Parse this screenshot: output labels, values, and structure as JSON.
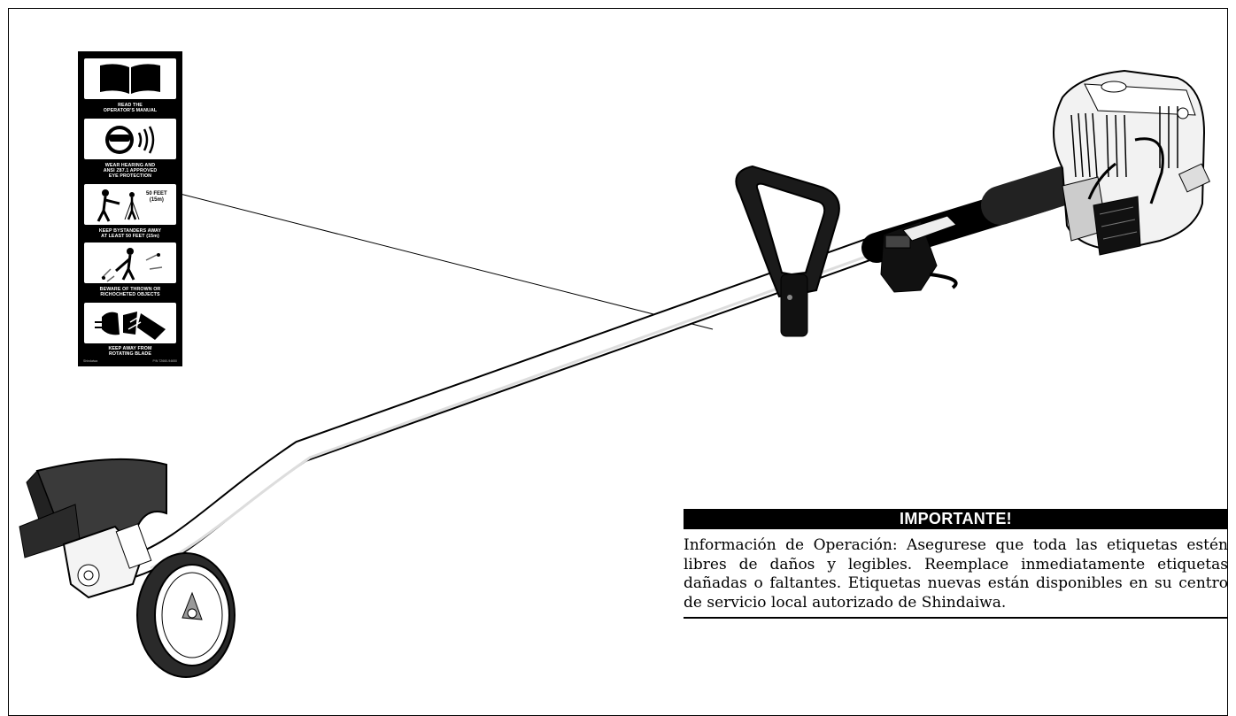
{
  "safety_decal": {
    "items": [
      {
        "icon": "book-icon",
        "caption": "READ THE\nOPERATOR'S MANUAL"
      },
      {
        "icon": "hearing-eye-protection-icon",
        "caption": "WEAR HEARING AND\nANSI Z87.1 APPROVED\nEYE PROTECTION"
      },
      {
        "icon": "bystanders-distance-icon",
        "caption": "KEEP BYSTANDERS AWAY\nAT LEAST 50 FEET (15m)",
        "distance_label": "50 FEET\n(15m)"
      },
      {
        "icon": "thrown-objects-icon",
        "caption": "BEWARE OF THROWN OR\nRICHOCHETED OBJECTS"
      },
      {
        "icon": "rotating-blade-icon",
        "caption": "KEEP AWAY FROM\nROTATING BLADE"
      }
    ],
    "footer_left": "Shindaiwa",
    "footer_right": "P/N 72660-94650"
  },
  "notice": {
    "heading": "IMPORTANTE!",
    "body": "Información de Operación:  Asegurese que toda las etiquetas estén libres de daños y legibles.  Reemplace inmediatamente etiquetas dañadas o faltantes.  Etiquetas nuevas están disponibles en su centro de servicio local autorizado de Shindaiwa."
  },
  "colors": {
    "ink": "#000000",
    "paper": "#ffffff",
    "shade": "#3a3a3a"
  }
}
